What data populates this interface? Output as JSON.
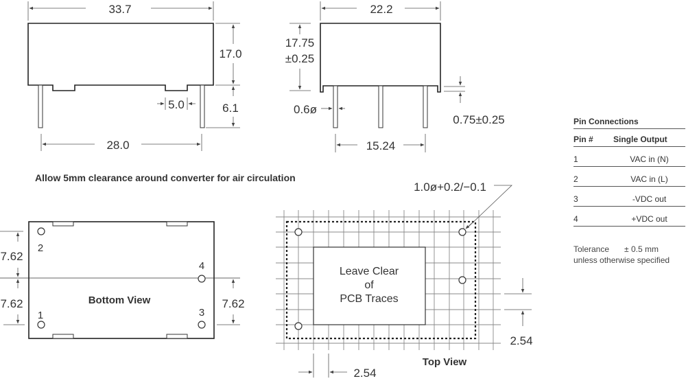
{
  "side_view": {
    "body_width": "33.7",
    "body_height": "17.0",
    "pin_length": "6.1",
    "standoff_width": "5.0",
    "pin_span": "28.0"
  },
  "end_view": {
    "body_width": "22.2",
    "body_height_line1": "17.75",
    "body_height_line2": "±0.25",
    "pin_diameter": "0.6ø",
    "standoff": "0.75±0.25",
    "pin_span": "15.24"
  },
  "note": "Allow 5mm clearance around converter for air circulation",
  "bottom_view": {
    "label": "Bottom View",
    "pitch_upper": "7.62",
    "pitch_lower": "7.62",
    "pitch_right": "7.62",
    "pins": [
      "1",
      "2",
      "3",
      "4"
    ]
  },
  "top_view": {
    "label": "Top View",
    "hole_spec": "1.0ø+0.2/−0.1",
    "keepout_line1": "Leave Clear",
    "keepout_line2": "of",
    "keepout_line3": "PCB Traces",
    "grid_pitch_x": "2.54",
    "grid_pitch_y": "2.54"
  },
  "pin_connections": {
    "title": "Pin Connections",
    "headers": [
      "Pin #",
      "Single Output"
    ],
    "rows": [
      {
        "pin": "1",
        "function": "VAC in (N)"
      },
      {
        "pin": "2",
        "function": "VAC in (L)"
      },
      {
        "pin": "3",
        "function": "-VDC out"
      },
      {
        "pin": "4",
        "function": "+VDC out"
      }
    ]
  },
  "tolerance": {
    "label": "Tolerance",
    "value": "± 0.5 mm",
    "note": "unless otherwise specified"
  }
}
